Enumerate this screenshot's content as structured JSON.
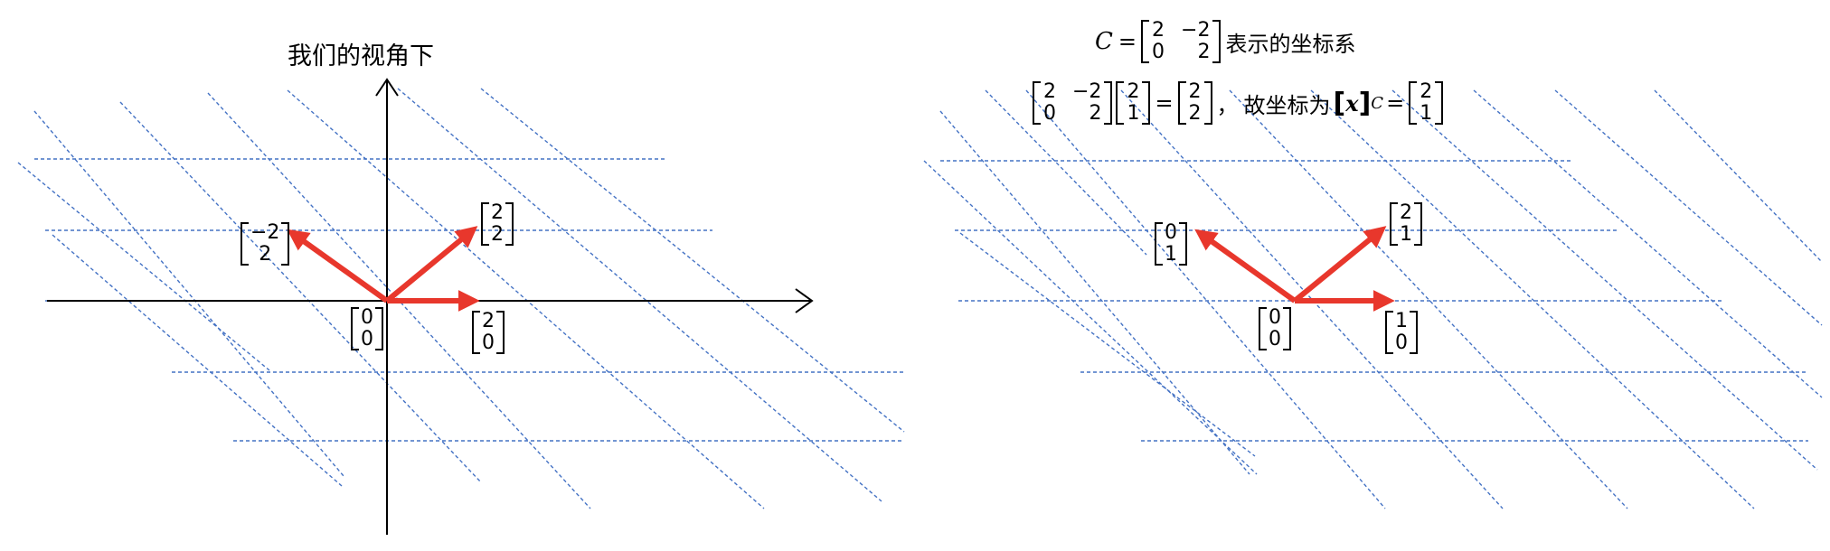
{
  "left_panel": {
    "title": "我们的视角下",
    "origin_label": [
      "0",
      "0"
    ],
    "vector_labels": {
      "v_up_left": [
        "−2",
        "2"
      ],
      "v_diag": [
        "2",
        "2"
      ],
      "v_right": [
        "2",
        "0"
      ]
    }
  },
  "right_panel": {
    "eq1": {
      "symbol": "C",
      "equals": "=",
      "matrix": [
        [
          "2",
          "−2"
        ],
        [
          "0",
          "2"
        ]
      ],
      "suffix": "表示的坐标系"
    },
    "eq2": {
      "matrix": [
        [
          "2",
          "−2"
        ],
        [
          "0",
          "2"
        ]
      ],
      "vec_x": [
        "2",
        "1"
      ],
      "equals": "=",
      "result": [
        "2",
        "2"
      ],
      "comma": "，",
      "text": "故坐标为",
      "x_symbol": "x",
      "sub": "C",
      "equals2": "=",
      "coord": [
        "2",
        "1"
      ]
    },
    "origin_label": [
      "0",
      "0"
    ],
    "vector_labels": {
      "v_up_left": [
        "0",
        "1"
      ],
      "v_diag": [
        "2",
        "1"
      ],
      "v_right": [
        "1",
        "0"
      ]
    }
  },
  "colors": {
    "grid_line": "#4472C4",
    "vector": "#E8372C",
    "axis": "#000000"
  }
}
